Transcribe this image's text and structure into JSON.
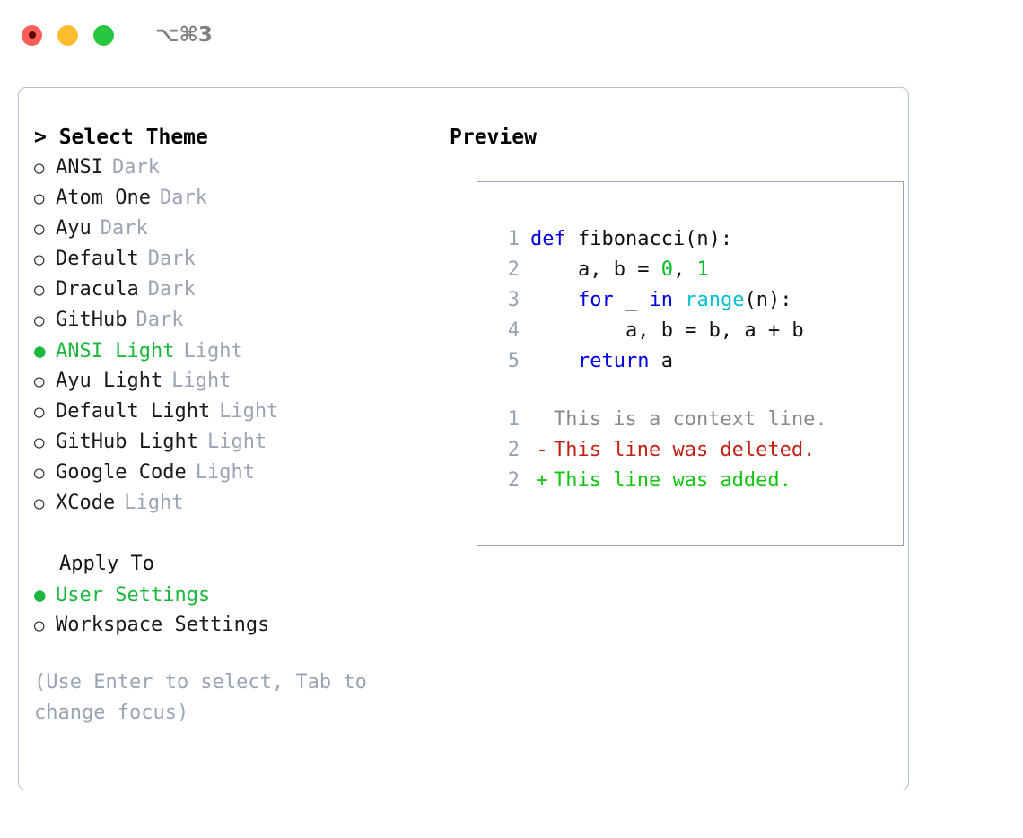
{
  "titlebar": {
    "shortcut": "⌥⌘3",
    "buttons": [
      {
        "name": "close",
        "color": "#fb5f57"
      },
      {
        "name": "minimize",
        "color": "#fdbc2d"
      },
      {
        "name": "maximize",
        "color": "#27c83f"
      }
    ]
  },
  "left": {
    "heading": "> Select Theme",
    "themes": [
      {
        "bullet": "○",
        "label": "ANSI",
        "tag": "Dark",
        "selected": false
      },
      {
        "bullet": "○",
        "label": "Atom One",
        "tag": "Dark",
        "selected": false
      },
      {
        "bullet": "○",
        "label": "Ayu",
        "tag": "Dark",
        "selected": false
      },
      {
        "bullet": "○",
        "label": "Default",
        "tag": "Dark",
        "selected": false
      },
      {
        "bullet": "○",
        "label": "Dracula",
        "tag": "Dark",
        "selected": false
      },
      {
        "bullet": "○",
        "label": "GitHub",
        "tag": "Dark",
        "selected": false
      },
      {
        "bullet": "●",
        "label": "ANSI Light",
        "tag": "Light",
        "selected": true
      },
      {
        "bullet": "○",
        "label": "Ayu Light",
        "tag": "Light",
        "selected": false
      },
      {
        "bullet": "○",
        "label": "Default Light",
        "tag": "Light",
        "selected": false
      },
      {
        "bullet": "○",
        "label": "GitHub Light",
        "tag": "Light",
        "selected": false
      },
      {
        "bullet": "○",
        "label": "Google Code",
        "tag": "Light",
        "selected": false
      },
      {
        "bullet": "○",
        "label": "XCode",
        "tag": "Light",
        "selected": false
      }
    ],
    "apply_to_heading": "Apply To",
    "apply_to": [
      {
        "bullet": "●",
        "label": "User Settings",
        "selected": true
      },
      {
        "bullet": "○",
        "label": "Workspace Settings",
        "selected": false
      }
    ],
    "hint": "(Use Enter to select, Tab to change focus)"
  },
  "right": {
    "heading": "Preview",
    "code": [
      {
        "no": "1",
        "tokens": [
          {
            "t": "def ",
            "c": "kw"
          },
          {
            "t": "fibonacci(n):",
            "c": "txt"
          }
        ]
      },
      {
        "no": "2",
        "tokens": [
          {
            "t": "    a, b = ",
            "c": "txt"
          },
          {
            "t": "0",
            "c": "num"
          },
          {
            "t": ", ",
            "c": "txt"
          },
          {
            "t": "1",
            "c": "num"
          }
        ]
      },
      {
        "no": "3",
        "tokens": [
          {
            "t": "    ",
            "c": "txt"
          },
          {
            "t": "for",
            "c": "kw"
          },
          {
            "t": " _ ",
            "c": "txt"
          },
          {
            "t": "in",
            "c": "kw"
          },
          {
            "t": " ",
            "c": "txt"
          },
          {
            "t": "range",
            "c": "fn"
          },
          {
            "t": "(n):",
            "c": "txt"
          }
        ]
      },
      {
        "no": "4",
        "tokens": [
          {
            "t": "        a, b = b, a + b",
            "c": "txt"
          }
        ]
      },
      {
        "no": "5",
        "tokens": [
          {
            "t": "    ",
            "c": "txt"
          },
          {
            "t": "return",
            "c": "kw"
          },
          {
            "t": " a",
            "c": "txt"
          }
        ]
      }
    ],
    "diff": [
      {
        "no": "1",
        "sign": " ",
        "text": "This is a context line.",
        "kind": "ctx"
      },
      {
        "no": "2",
        "sign": "-",
        "text": "This line was deleted.",
        "kind": "del"
      },
      {
        "no": "2",
        "sign": "+",
        "text": "This line was added.",
        "kind": "add"
      }
    ]
  }
}
